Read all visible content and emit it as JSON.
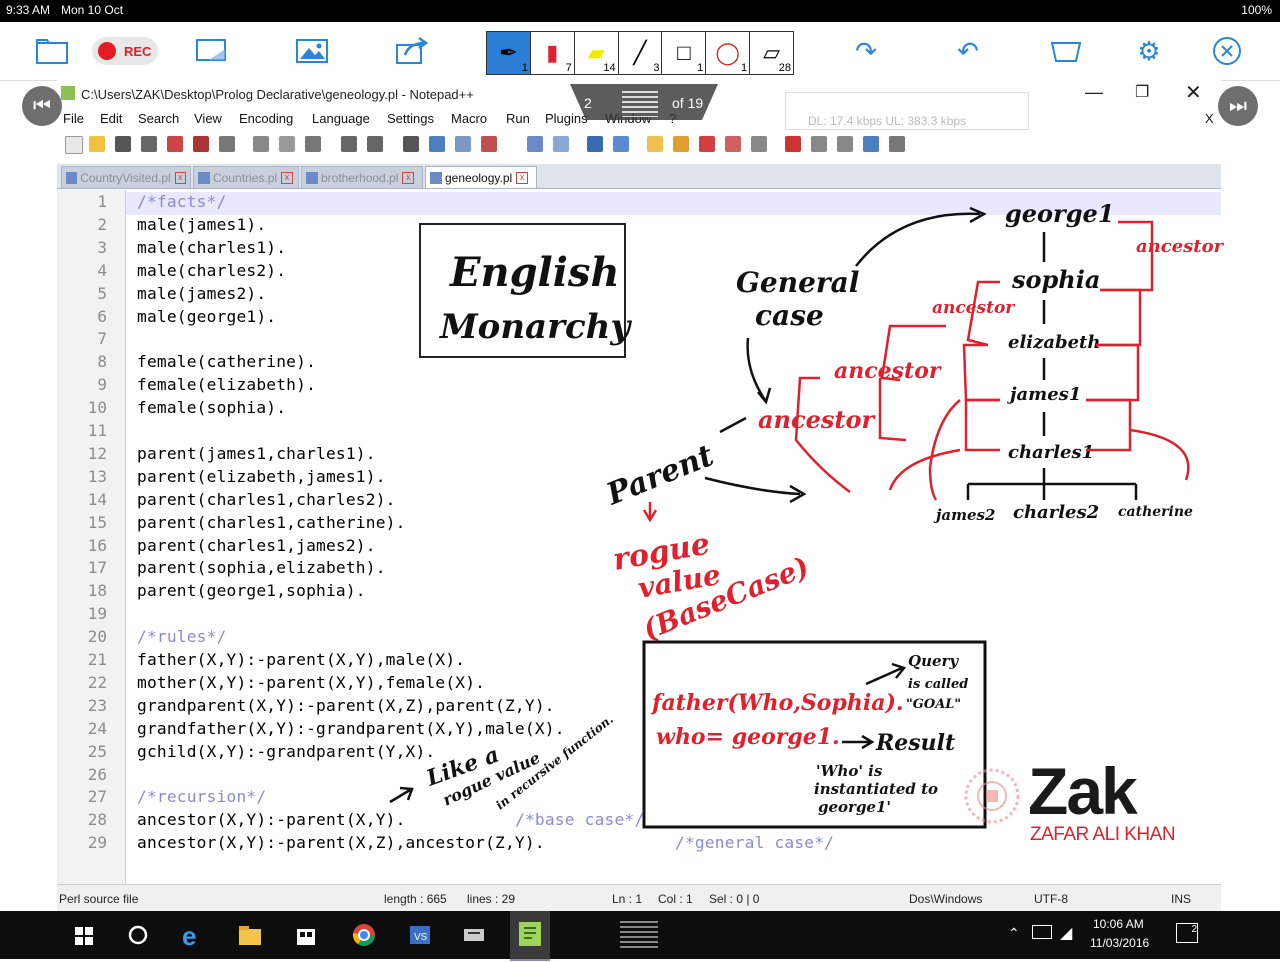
{
  "status": {
    "time": "9:33 AM",
    "date": "Mon 10 Oct",
    "battery": "100%"
  },
  "annotation_toolbar": {
    "rec_label": "REC",
    "pen_sizes": [
      "1",
      "7",
      "14",
      "3",
      "1",
      "1",
      "28"
    ],
    "icons": [
      "folder-icon",
      "screen-capture-icon",
      "image-icon",
      "share-icon",
      "redo-icon",
      "undo-icon",
      "board-icon",
      "gear-icon",
      "close-icon"
    ]
  },
  "overlay": {
    "page_current": "2",
    "page_of": "of 19",
    "net_stats": "DL: 17.4 kbps  UL: 383.3 kbps"
  },
  "window": {
    "title": "C:\\Users\\ZAK\\Desktop\\Prolog Declarative\\geneology.pl - Notepad++",
    "menu": [
      "File",
      "Edit",
      "Search",
      "View",
      "Encoding",
      "Language",
      "Settings",
      "Macro",
      "Run",
      "Plugins",
      "Window",
      "?"
    ],
    "close_x": "X",
    "tabs": [
      "CountryVisited.pl",
      "Countries.pl",
      "brotherhood.pl",
      "geneology.pl"
    ]
  },
  "code_lines": [
    {
      "n": "1",
      "text": "/*facts*/",
      "comment": true
    },
    {
      "n": "2",
      "text": "male(james1)."
    },
    {
      "n": "3",
      "text": "male(charles1)."
    },
    {
      "n": "4",
      "text": "male(charles2)."
    },
    {
      "n": "5",
      "text": "male(james2)."
    },
    {
      "n": "6",
      "text": "male(george1)."
    },
    {
      "n": "7",
      "text": ""
    },
    {
      "n": "8",
      "text": "female(catherine)."
    },
    {
      "n": "9",
      "text": "female(elizabeth)."
    },
    {
      "n": "10",
      "text": "female(sophia)."
    },
    {
      "n": "11",
      "text": ""
    },
    {
      "n": "12",
      "text": "parent(james1,charles1)."
    },
    {
      "n": "13",
      "text": "parent(elizabeth,james1)."
    },
    {
      "n": "14",
      "text": "parent(charles1,charles2)."
    },
    {
      "n": "15",
      "text": "parent(charles1,catherine)."
    },
    {
      "n": "16",
      "text": "parent(charles1,james2)."
    },
    {
      "n": "17",
      "text": "parent(sophia,elizabeth)."
    },
    {
      "n": "18",
      "text": "parent(george1,sophia)."
    },
    {
      "n": "19",
      "text": ""
    },
    {
      "n": "20",
      "text": "/*rules*/",
      "comment": true
    },
    {
      "n": "21",
      "text": "father(X,Y):-parent(X,Y),male(X)."
    },
    {
      "n": "22",
      "text": "mother(X,Y):-parent(X,Y),female(X)."
    },
    {
      "n": "23",
      "text": "grandparent(X,Y):-parent(X,Z),parent(Z,Y)."
    },
    {
      "n": "24",
      "text": "grandfather(X,Y):-grandparent(X,Y),male(X)."
    },
    {
      "n": "25",
      "text": "gchild(X,Y):-grandparent(Y,X)."
    },
    {
      "n": "26",
      "text": ""
    },
    {
      "n": "27",
      "text": "/*recursion*/",
      "comment": true
    },
    {
      "n": "28",
      "text": "ancestor(X,Y):-parent(X,Y).",
      "trail": "/*base case*/"
    },
    {
      "n": "29",
      "text": "ancestor(X,Y):-parent(X,Z),ancestor(Z,Y).",
      "trail": "/*general case*/"
    }
  ],
  "statusline": {
    "filetype": "Perl source file",
    "length": "length : 665",
    "lines": "lines : 29",
    "ln": "Ln : 1",
    "col": "Col : 1",
    "sel": "Sel : 0 | 0",
    "eol": "Dos\\Windows",
    "enc": "UTF-8",
    "mode": "INS"
  },
  "ink": {
    "box_title_1": "English",
    "box_title_2": "Monarchy",
    "general_1": "General",
    "general_2": "case",
    "parent": "Parent",
    "ancestor": "ancestor",
    "rogue_1": "rogue",
    "rogue_2": "value",
    "rogue_3": "(BaseCase)",
    "tree": [
      "george1",
      "sophia",
      "elizabeth",
      "james1",
      "charles1"
    ],
    "children": [
      "james2",
      "charles2",
      "catherine"
    ],
    "query": "father(Who,Sophia).",
    "who": "who= george1.",
    "query_note_1": "Query",
    "query_note_2": "is called",
    "query_note_3": "\"GOAL\"",
    "result": "Result",
    "inst_1": "'Who' is",
    "inst_2": "instantiated to",
    "inst_3": "george1'",
    "like_1": "Like a",
    "like_2": "rogue value",
    "like_3": "in recursive function."
  },
  "brand": {
    "name": "Zak",
    "sub": "ZAFAR ALI KHAN"
  },
  "taskbar": {
    "time": "10:06 AM",
    "date": "11/03/2016",
    "notif": "2"
  }
}
